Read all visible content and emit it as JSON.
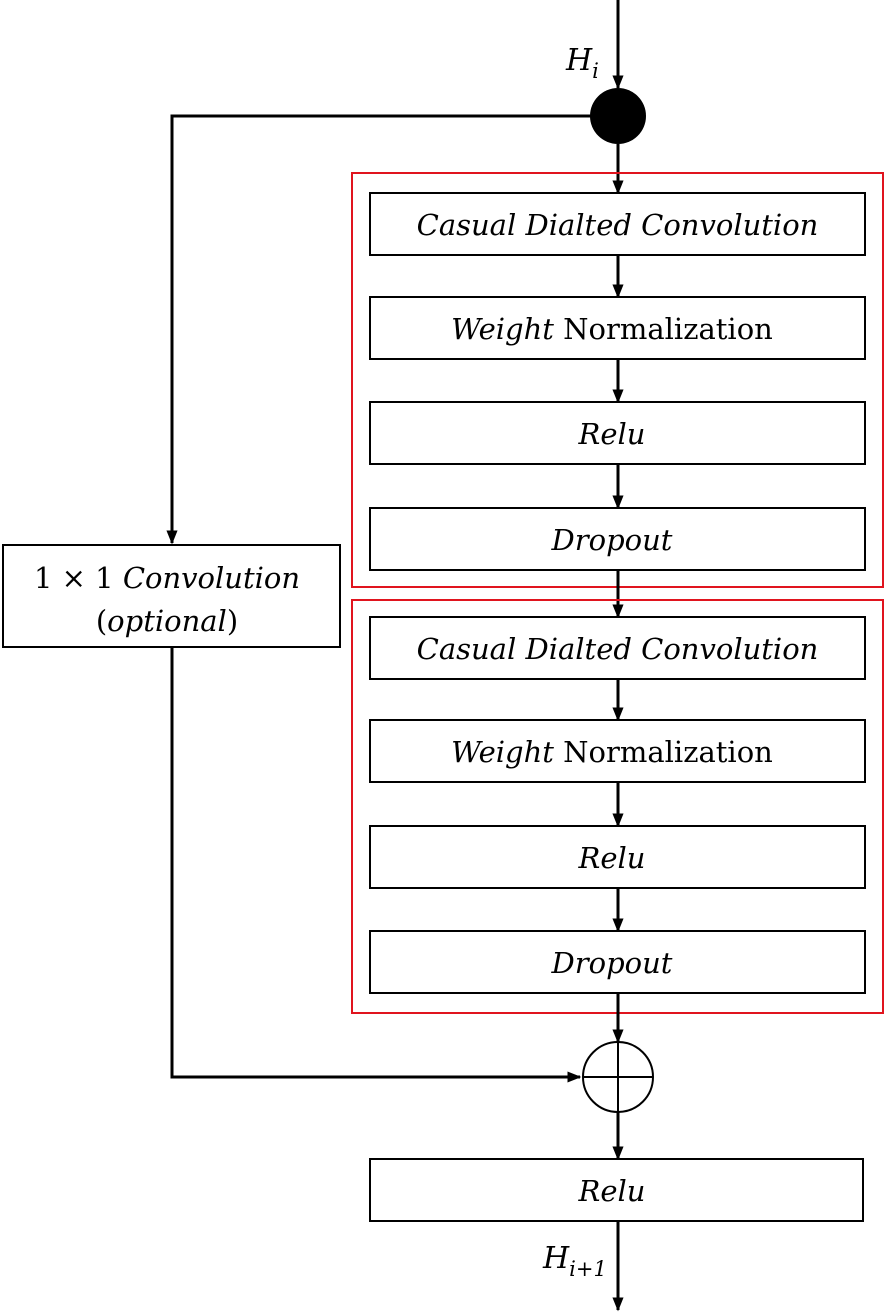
{
  "input_label": {
    "base": "H",
    "sub": "i"
  },
  "output_label": {
    "base": "H",
    "sub": "i+1"
  },
  "residual_blocks": [
    {
      "layers": [
        {
          "italic": "Casual Dialted Convolution",
          "plain": ""
        },
        {
          "italic": "Weight",
          "plain": " Normalization"
        },
        {
          "italic": "Relu",
          "plain": ""
        },
        {
          "italic": "Dropout",
          "plain": ""
        }
      ]
    },
    {
      "layers": [
        {
          "italic": "Casual Dialted Convolution",
          "plain": ""
        },
        {
          "italic": "Weight",
          "plain": " Normalization"
        },
        {
          "italic": "Relu",
          "plain": ""
        },
        {
          "italic": "Dropout",
          "plain": ""
        }
      ]
    }
  ],
  "skip_box": {
    "line1_plain": "1 × 1 ",
    "line1_italic": "Convolution",
    "line2_paren_open": "(",
    "line2_italic": "optional",
    "line2_paren_close": ")"
  },
  "final_layer": {
    "italic": "Relu",
    "plain": ""
  },
  "colors": {
    "stroke": "#000000",
    "block_border": "#e0141e",
    "fill": "#ffffff"
  }
}
